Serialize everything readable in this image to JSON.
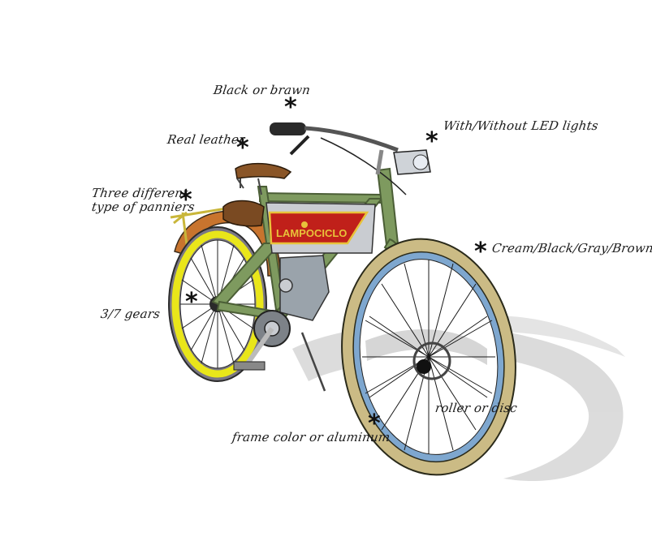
{
  "product": {
    "brand_plate": "LAMPOCICLO",
    "colors": {
      "frame": "#7e9a5f",
      "plate_red": "#c0201a",
      "plate_border": "#e8c23a",
      "rear_rim": "#e9e61a",
      "front_rim": "#7ea7cf",
      "tire_cream": "#cbbb85",
      "fender_orange": "#c8742e",
      "saddle_brown": "#8a5527",
      "motor_gray": "#9aa3ab",
      "shadow": "#d4d4d4"
    }
  },
  "annotations": [
    {
      "id": "handlebar",
      "text": "Black or brawn",
      "marker": "*"
    },
    {
      "id": "saddle",
      "text": "Real leather",
      "marker": "*"
    },
    {
      "id": "panniers",
      "lines": [
        "Three different",
        "type of panniers"
      ],
      "marker": "*"
    },
    {
      "id": "lights",
      "text": "With/Without LED lights",
      "marker": "*"
    },
    {
      "id": "tires",
      "text": "Cream/Black/Gray/Brown",
      "marker": "*"
    },
    {
      "id": "gears",
      "text": "3/7 gears",
      "marker": "*"
    },
    {
      "id": "brakes",
      "text": "roller or disc"
    },
    {
      "id": "rims",
      "text": "frame color or aluminum",
      "marker": "*"
    }
  ]
}
